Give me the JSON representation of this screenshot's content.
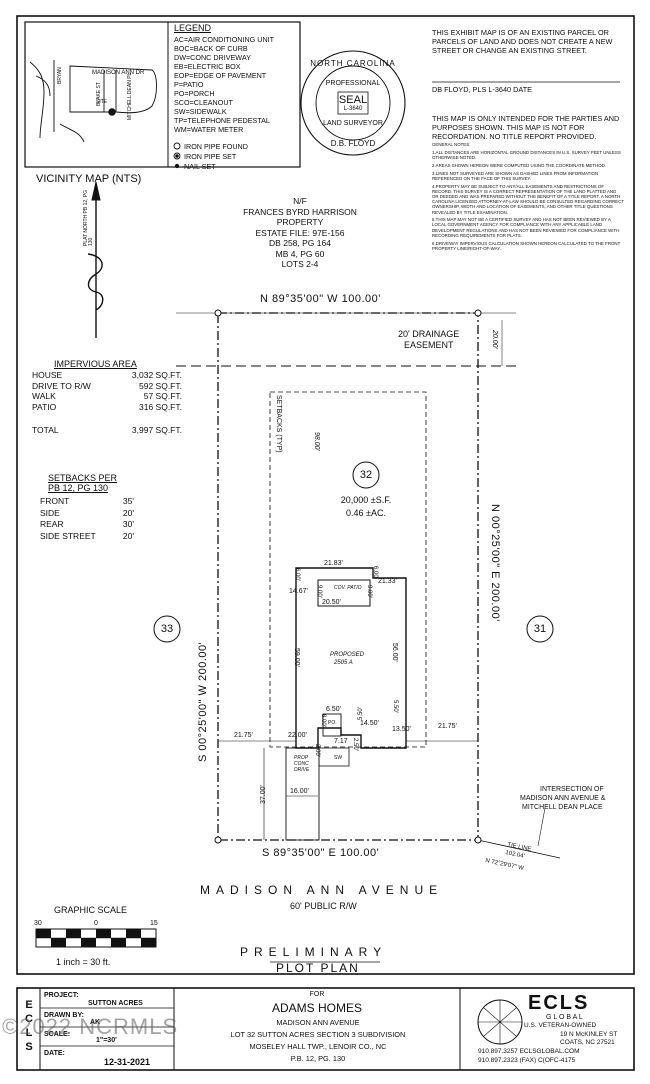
{
  "legend": {
    "title": "LEGEND",
    "items": [
      "AC=AIR CONDITIONING UNIT",
      "BOC=BACK OF CURB",
      "DW=CONC DRIVEWAY",
      "EB=ELECTRIC BOX",
      "EOP=EDGE OF PAVEMENT",
      "P=PATIO",
      "PO=PORCH",
      "SCO=CLEANOUT",
      "SW=SIDEWALK",
      "TP=TELEPHONE PEDESTAL",
      "WM=WATER METER"
    ],
    "symbols": [
      "IRON PIPE FOUND",
      "IRON PIPE SET",
      "NAIL SET"
    ]
  },
  "vicinity": {
    "title": "VICINITY MAP (NTS)",
    "streets": [
      "MADISON ANN DR",
      "BRYAN",
      "BLAKE ST",
      "MITCHELL DEAN PL",
      "SITE"
    ]
  },
  "seal": {
    "top_text": "NORTH CAROLINA",
    "professional": "PROFESSIONAL",
    "center": "SEAL",
    "number": "L-3640",
    "bottom_text": "LAND SURVEYOR",
    "name": "D.B. FLOYD"
  },
  "notes": {
    "exhibit": "THIS EXHIBIT MAP IS OF AN EXISTING PARCEL OR PARCELS OF LAND AND DOES NOT CREATE A NEW STREET OR CHANGE AN EXISTING STREET.",
    "signature": "DB FLOYD, PLS L-3640 DATE",
    "intended": "THIS MAP IS ONLY INTENDED FOR THE PARTIES AND PURPOSES SHOWN. THIS MAP IS NOT FOR RECORDATION. NO TITLE REPORT PROVIDED.",
    "general_title": "GENERAL NOTES:",
    "general": [
      "1.ALL DISTANCES ARE HORIZONTAL GROUND DISTANCES IN U.S. SURVEY FEET UNLESS OTHERWISE NOTED.",
      "2.AREAS SHOWN HEREON WERE COMPUTED USING THE COORDINATE METHOD.",
      "3.LINES NOT SURVEYED ARE SHOWN AS DASHED LINES FROM INFORMATION REFERENCED ON THE FACE OF THIS SURVEY.",
      "4.PROPERTY MAY BE SUBJECT TO ANY/ALL EASEMENTS AND RESTRICTIONS OF RECORD. THIS SURVEY IS A CORRECT REPRESENTATION OF THE LAND PLATTED AND OR DEEDED AND WAS PREPARED WITHOUT THE BENEFIT OF A TITLE REPORT. A NORTH CAROLINA LICENSED ATTORNEY-AT-LAW SHOULD BE CONSULTED REGARDING CORRECT OWNERSHIP, WIDTH AND LOCATION OF EASEMENTS, AND OTHER TITLE QUESTIONS REVEALED BY TITLE EXAMINATION.",
      "5.THIS MAP MAY NOT BE A CERTIFIED SURVEY AND HAS NOT BEEN REVIEWED BY A LOCAL GOVERNMENT AGENCY FOR COMPLIANCE WITH ANY APPLICABLE LAND DEVELOPMENT REGULATIONS AND HAS NOT BEEN REVIEWED FOR COMPLIANCE WITH RECORDING REQUIREMENTS FOR PLATS.",
      "6.DRIVEWAY IMPERVIOUS CALCULATION SHOWN HEREON CALCULATED TO THE FRONT PROPERTY LINE/RIGHT-OF-WAY."
    ]
  },
  "owner": {
    "lines": [
      "N/F",
      "FRANCES BYRD HARRISON",
      "PROPERTY",
      "ESTATE FILE: 97E-156",
      "DB 258, PG 164",
      "MB 4, PG 60",
      "LOTS 2-4"
    ]
  },
  "north": {
    "label": "PLAT NORTH PB 12, PG 130"
  },
  "impervious": {
    "title": "IMPERVIOUS AREA",
    "rows": [
      {
        "label": "HOUSE",
        "value": "3,032 SQ.FT."
      },
      {
        "label": "DRIVE TO R/W",
        "value": "592 SQ.FT."
      },
      {
        "label": "WALK",
        "value": "57 SQ.FT."
      },
      {
        "label": "PATIO",
        "value": "316 SQ.FT."
      },
      {
        "label": "TOTAL",
        "value": "3,997 SQ.FT."
      }
    ]
  },
  "setbacks": {
    "title": "SETBACKS PER",
    "subtitle": "PB 12, PG 130",
    "rows": [
      {
        "label": "FRONT",
        "value": "35'"
      },
      {
        "label": "SIDE",
        "value": "20'"
      },
      {
        "label": "REAR",
        "value": "30'"
      },
      {
        "label": "SIDE STREET",
        "value": "20'"
      }
    ]
  },
  "plot": {
    "north_line": "N 89°35'00\" W 100.00'",
    "south_line": "S 89°35'00\" E 100.00'",
    "west_line": "S 00°25'00\" W 200.00'",
    "east_line": "N 00°25'00\" E 200.00'",
    "drainage": [
      "20' DRAINAGE",
      "EASEMENT"
    ],
    "drainage_dim": "20.00'",
    "setbacks_typ": "SETBACKS (TYP)",
    "rear_dim": "98.00'",
    "lot_number": "32",
    "lot_area": "20,000 ±S.F.",
    "lot_acres": "0.46 ±AC.",
    "lot_west": "33",
    "lot_east": "31",
    "house_dims": {
      "d_21_83": "21.83'",
      "d_6_00a": "6.00'",
      "d_6_00b": "6.00'",
      "d_14_67": "14.67'",
      "d_9_00a": "9.00'",
      "d_9_00b": "9.00'",
      "d_20_50": "20.50'",
      "d_21_33": "21.33'",
      "cov_patio": "COV. PATIO",
      "proposed": "PROPOSED",
      "proposed_model": "2505 A",
      "d_59_00": "59.00'",
      "d_56_00": "56.00'",
      "d_5_50a": "5.50'",
      "d_14_50": "14.50'",
      "d_5_50b": "5.50'",
      "d_13_50": "13.50'",
      "d_6_50": "6.50'",
      "d_8_00": "8.00'",
      "po": "PO.",
      "d_22_00": "22.00'",
      "d_7_17": "7.17",
      "d_2_50": "2.50'",
      "d_2_00": "2.00'",
      "sw": "SW",
      "drive": [
        "PROP",
        "CONC",
        "DRIVE"
      ],
      "d_21_75w": "21.75'",
      "d_21_75e": "21.75'",
      "d_37_00": "37.00'",
      "d_16_00": "16.00'"
    },
    "intersection": [
      "INTERSECTION OF",
      "MADISON ANN AVENUE &",
      "MITCHELL DEAN PLACE"
    ],
    "tie": [
      "TIE LINE",
      "102.04'",
      "N 72°29'07\" W"
    ],
    "street": "MADISON ANN AVENUE",
    "row": "60' PUBLIC R/W"
  },
  "scale": {
    "title": "GRAPHIC SCALE",
    "ticks": [
      "30",
      "0",
      "15"
    ],
    "caption": "1 inch = 30 ft."
  },
  "plan_title": [
    "PRELIMINARY",
    "PLOT PLAN"
  ],
  "title_block": {
    "project_label": "PROJECT:",
    "project": "SUTTON ACRES",
    "drawn_label": "DRAWN BY:",
    "drawn": "AK",
    "scale_label": "SCALE:",
    "scale": "1\"=30'",
    "date_label": "DATE:",
    "date": "12-31-2021",
    "side": "ECLS",
    "for": "FOR",
    "client": "ADAMS HOMES",
    "lines": [
      "MADISON ANN AVENUE",
      "LOT 32 SUTTON ACRES SECTION 3 SUBDIVISION",
      "MOSELEY HALL TWP., LENOIR CO., NC",
      "P.B. 12, PG. 130"
    ]
  },
  "company": {
    "name": "ECLS",
    "sub": "G L O B A L",
    "tag": "U.S. VETERAN-OWNED",
    "address": [
      "19 N McKINLEY ST",
      "COATS, NC 27521"
    ],
    "phone": [
      "910.897.3257 ECLSGLOBAL.COM",
      "910.897.2323 (FAX) C(OFC-4175"
    ]
  },
  "watermark": "©2022 NCRMLS"
}
